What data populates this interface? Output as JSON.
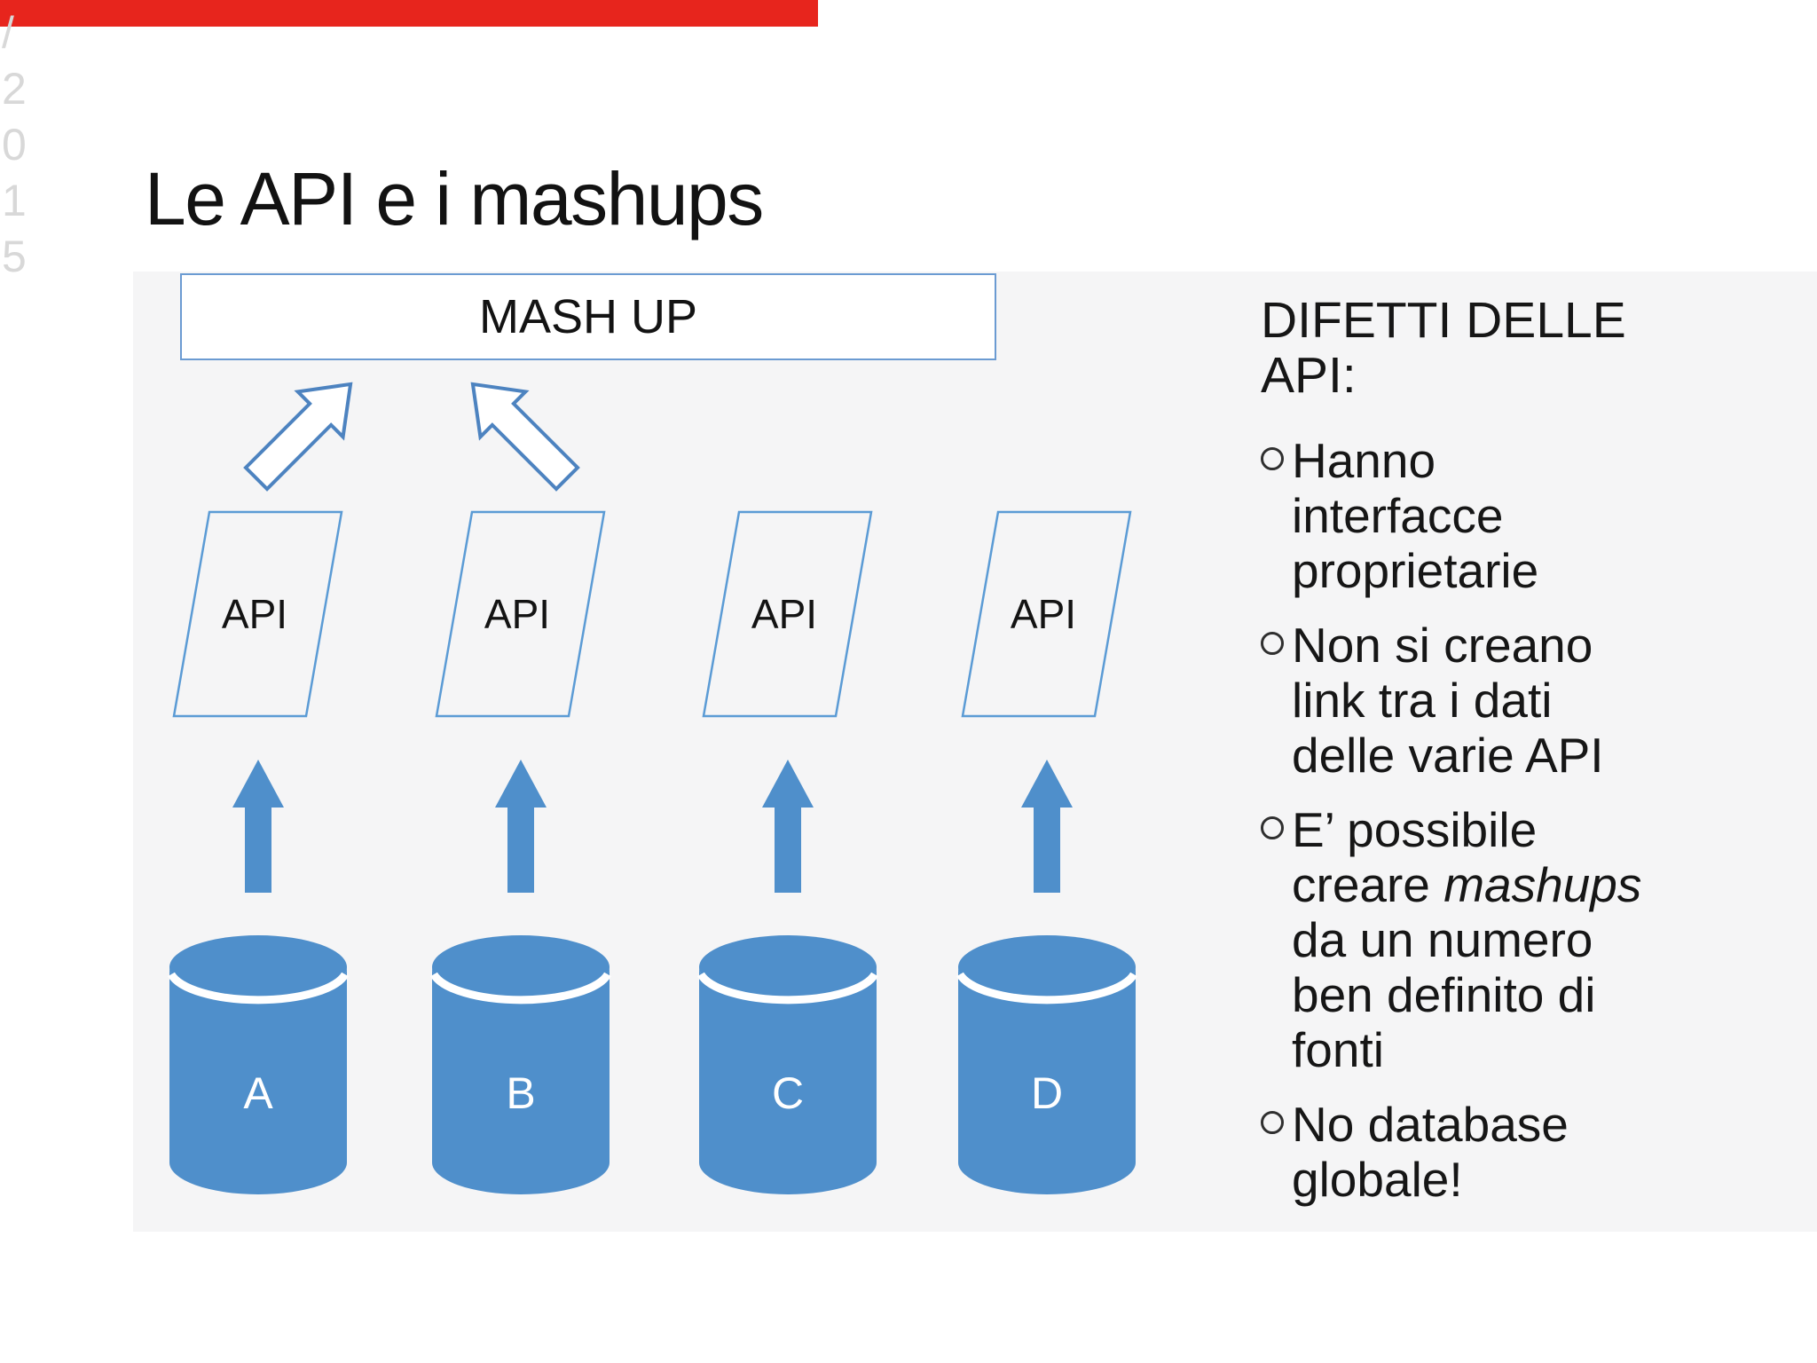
{
  "progress_bar": {
    "color": "#e7251d"
  },
  "date_column": {
    "chars": [
      "/",
      "2",
      "0",
      "1",
      "5"
    ]
  },
  "slide": {
    "title": "Le API e i mashups",
    "diagram": {
      "mashup_label": "MASH UP",
      "api_labels": [
        "API",
        "API",
        "API",
        "API"
      ],
      "cylinder_labels": [
        "A",
        "B",
        "C",
        "D"
      ],
      "colors": {
        "shape_blue": "#4f8fcb",
        "outline_blue": "#5b9bd5",
        "arrow_outline_blue": "#4d83c0"
      }
    },
    "sidebar": {
      "heading_lines": [
        "DIFETTI DELLE",
        "API:"
      ],
      "bullets": [
        {
          "lines": [
            "Hanno",
            "interfacce",
            "proprietarie"
          ]
        },
        {
          "lines": [
            "Non si creano",
            "link tra i dati",
            "delle varie API"
          ]
        },
        {
          "lines": [
            "E’ possibile",
            "creare mashups",
            "da un numero",
            "ben definito di",
            "fonti"
          ],
          "italic_word": "mashups"
        },
        {
          "lines": [
            "No database",
            "globale!"
          ]
        }
      ]
    }
  }
}
